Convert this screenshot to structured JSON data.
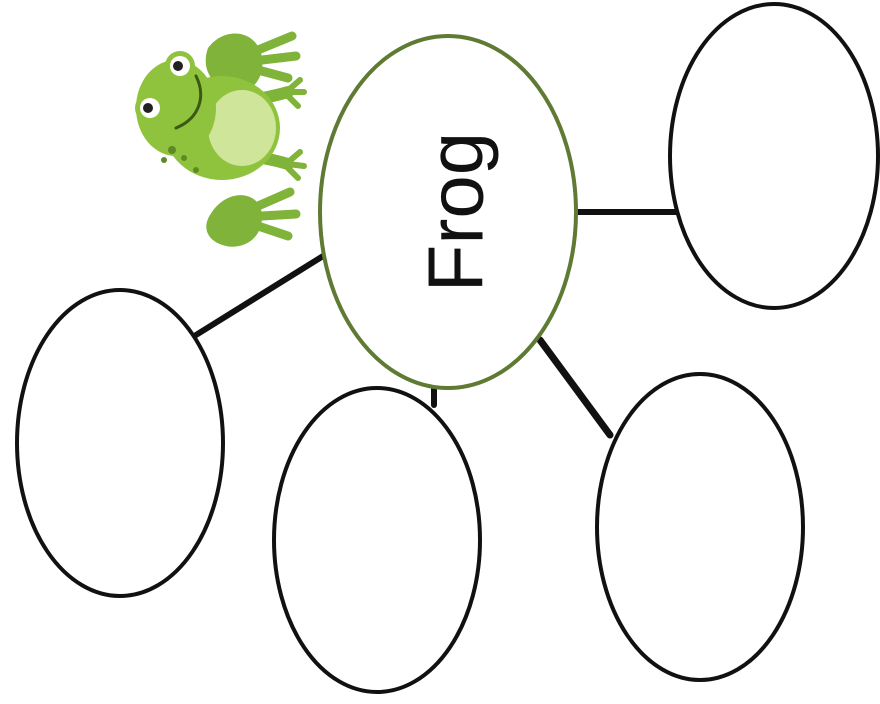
{
  "diagram": {
    "center_label": "Frog",
    "colors": {
      "center_outline": "#5e7a33",
      "bubble_outline": "#111111",
      "connector": "#111111",
      "frog_body": "#8fc23d",
      "frog_belly": "#cfe59a",
      "frog_dark": "#6f9e2a",
      "frog_spots": "#5e8a25"
    },
    "bubbles": [
      {
        "id": "top-right",
        "content": ""
      },
      {
        "id": "left",
        "content": ""
      },
      {
        "id": "bottom-middle",
        "content": ""
      },
      {
        "id": "bottom-right",
        "content": ""
      }
    ],
    "decoration": "frog-icon"
  }
}
